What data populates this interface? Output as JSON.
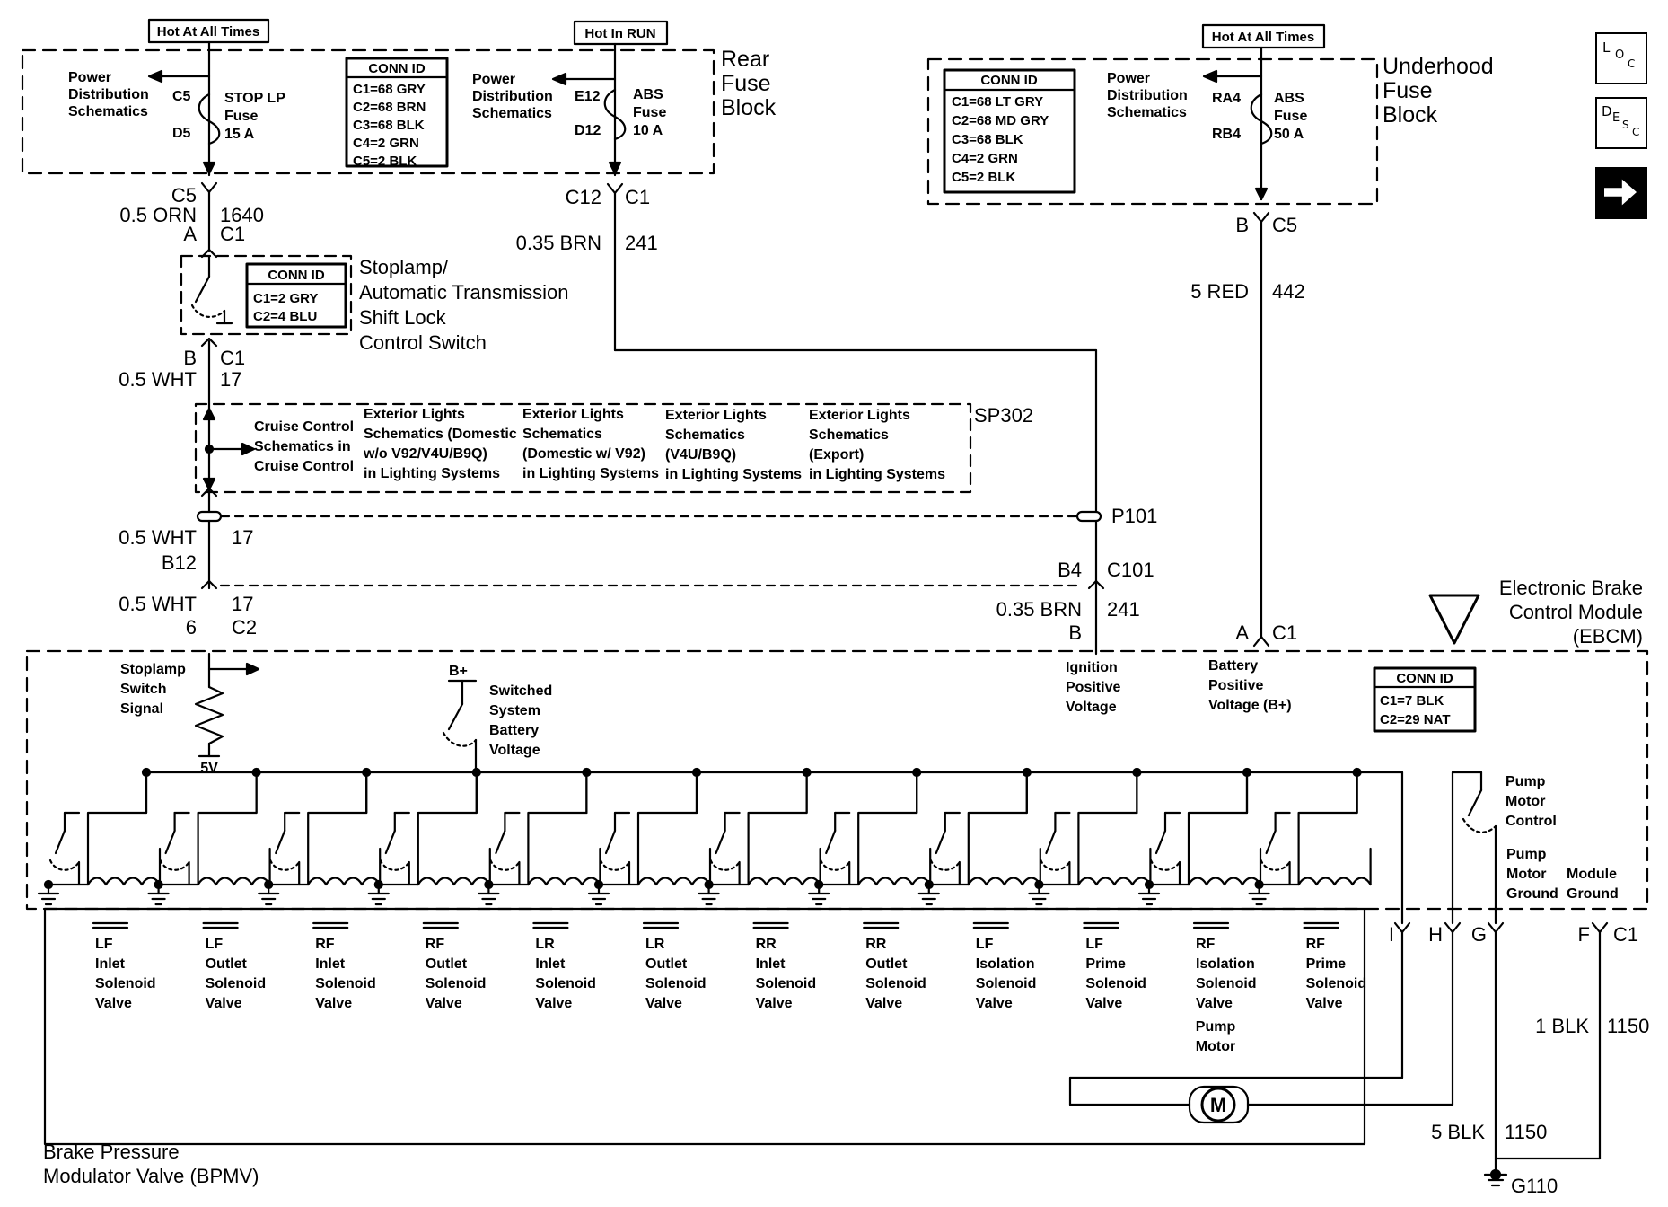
{
  "fuse_blocks": {
    "rear_title": "Rear\nFuse\nBlock",
    "underhood_title": "Underhood\nFuse\nBlock",
    "hot_at_all_times": "Hot At All Times",
    "hot_in_run": "Hot In RUN",
    "hot_at_all_times_2": "Hot At All Times",
    "power_distribution_1": "Power\nDistribution\nSchematics",
    "power_distribution_2": "Power\nDistribution\nSchematics",
    "power_distribution_3": "Power\nDistribution\nSchematics",
    "stop_lp_fuse": "STOP LP\nFuse\n15 A",
    "abs_fuse_10": "ABS\nFuse\n10 A",
    "abs_fuse_50": "ABS\nFuse\n50 A",
    "terminals": {
      "c5": "C5",
      "d5": "D5",
      "e12": "E12",
      "d12": "D12",
      "ra4": "RA4",
      "rb4": "RB4"
    }
  },
  "conn_ids": {
    "rear": {
      "title": "CONN ID",
      "lines": [
        "C1=68 GRY",
        "C2=68 BRN",
        "C3=68 BLK",
        "C4=2 GRN",
        "C5=2 BLK"
      ]
    },
    "underhood": {
      "title": "CONN ID",
      "lines": [
        "C1=68 LT GRY",
        "C2=68 MD GRY",
        "C3=68 BLK",
        "C4=2 GRN",
        "C5=2 BLK"
      ]
    },
    "switch": {
      "title": "CONN ID",
      "lines": [
        "C1=2 GRY",
        "C2=4 BLU"
      ]
    },
    "ebcm": {
      "title": "CONN ID",
      "lines": [
        "C1=7 BLK",
        "C2=29 NAT"
      ]
    }
  },
  "wires": {
    "left_top": {
      "conn_upper": "C5",
      "gauge": "0.5 ORN",
      "circuit": "1640",
      "pin": "A",
      "conn": "C1"
    },
    "left_mid": {
      "pin": "B",
      "conn": "C1",
      "gauge": "0.5 WHT",
      "circuit": "17"
    },
    "left_p101": {
      "gauge": "0.5 WHT",
      "circuit": "17",
      "pin": "B12"
    },
    "left_low": {
      "gauge": "0.5 WHT",
      "circuit": "17",
      "pin": "6",
      "conn": "C2"
    },
    "mid_top": {
      "pin": "C12",
      "conn": "C1",
      "gauge": "0.35 BRN",
      "circuit": "241"
    },
    "mid_low": {
      "pin": "B4",
      "conn": "C101",
      "gauge": "0.35 BRN",
      "circuit": "241",
      "pin2": "B"
    },
    "right_top": {
      "pin": "B",
      "conn": "C5",
      "gauge": "5 RED",
      "circuit": "442"
    },
    "right_low": {
      "pin": "A",
      "conn": "C1"
    },
    "ground_1": {
      "gauge": "1 BLK",
      "circuit": "1150"
    },
    "ground_2": {
      "gauge": "5 BLK",
      "circuit": "1150"
    },
    "ground_label": "G110",
    "p101": "P101"
  },
  "switch": {
    "title": "Stoplamp/\nAutomatic Transmission\nShift Lock\nControl Switch"
  },
  "splice": {
    "name": "SP302",
    "items": [
      "Cruise Control\nSchematics in\nCruise Control",
      "Exterior Lights\nSchematics (Domestic\nw/o V92/V4U/B9Q)\nin Lighting Systems",
      "Exterior Lights\nSchematics\n(Domestic w/ V92)\nin Lighting Systems",
      "Exterior Lights\nSchematics\n(V4U/B9Q)\nin Lighting Systems",
      "Exterior Lights\nSchematics\n(Export)\nin Lighting Systems"
    ]
  },
  "ebcm": {
    "title": "Electronic Brake\nControl Module\n(EBCM)",
    "stoplamp_signal": "Stoplamp\nSwitch\nSignal",
    "five_v": "5V",
    "b_plus": "B+",
    "switched_battery": "Switched\nSystem\nBattery\nVoltage",
    "ignition": "Ignition\nPositive\nVoltage",
    "battery": "Battery\nPositive\nVoltage (B+)",
    "pump_motor_control": "Pump\nMotor\nControl",
    "pump_motor_ground": "Pump\nMotor\nGround",
    "module_ground": "Module\nGround",
    "pins": {
      "i": "I",
      "h": "H",
      "g": "G",
      "f": "F",
      "c1": "C1"
    }
  },
  "bpmv": {
    "title": "Brake Pressure\nModulator Valve (BPMV)",
    "pump_motor": "Pump\nMotor",
    "motor_symbol": "M",
    "valves": [
      "LF\nInlet\nSolenoid\nValve",
      "LF\nOutlet\nSolenoid\nValve",
      "RF\nInlet\nSolenoid\nValve",
      "RF\nOutlet\nSolenoid\nValve",
      "LR\nInlet\nSolenoid\nValve",
      "LR\nOutlet\nSolenoid\nValve",
      "RR\nInlet\nSolenoid\nValve",
      "RR\nOutlet\nSolenoid\nValve",
      "LF\nIsolation\nSolenoid\nValve",
      "LF\nPrime\nSolenoid\nValve",
      "RF\nIsolation\nSolenoid\nValve",
      "RF\nPrime\nSolenoid\nValve"
    ]
  },
  "side_icons": {
    "loc": "LOC",
    "desc": "DESC"
  }
}
